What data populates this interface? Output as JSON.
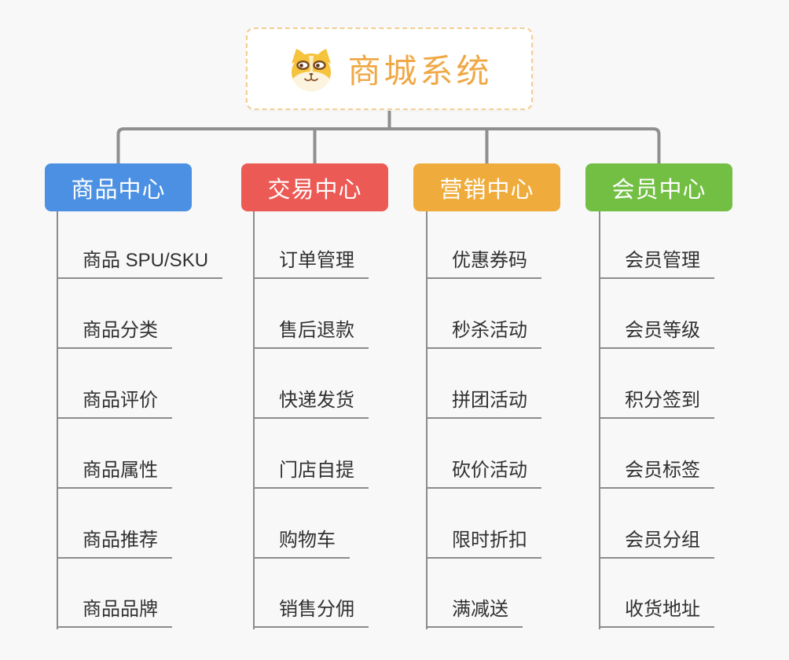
{
  "canvas": {
    "background_color": "#F8F8F8",
    "connector_color": "#8F8F8F",
    "leaf_line_color": "#8C8C8C",
    "leaf_text_color": "#303030"
  },
  "root": {
    "title": "商城系统",
    "icon": "shiba-dog-face-icon",
    "text_color": "#F0A845",
    "border_color": "#F4CE93"
  },
  "branches": [
    {
      "label": "商品中心",
      "color": "#4B90E2",
      "children": [
        "商品 SPU/SKU",
        "商品分类",
        "商品评价",
        "商品属性",
        "商品推荐",
        "商品品牌"
      ]
    },
    {
      "label": "交易中心",
      "color": "#EB5A55",
      "children": [
        "订单管理",
        "售后退款",
        "快递发货",
        "门店自提",
        "购物车",
        "销售分佣"
      ]
    },
    {
      "label": "营销中心",
      "color": "#EFAC3C",
      "children": [
        "优惠券码",
        "秒杀活动",
        "拼团活动",
        "砍价活动",
        "限时折扣",
        "满减送"
      ]
    },
    {
      "label": "会员中心",
      "color": "#72BF44",
      "children": [
        "会员管理",
        "会员等级",
        "积分签到",
        "会员标签",
        "会员分组",
        "收货地址"
      ]
    }
  ]
}
